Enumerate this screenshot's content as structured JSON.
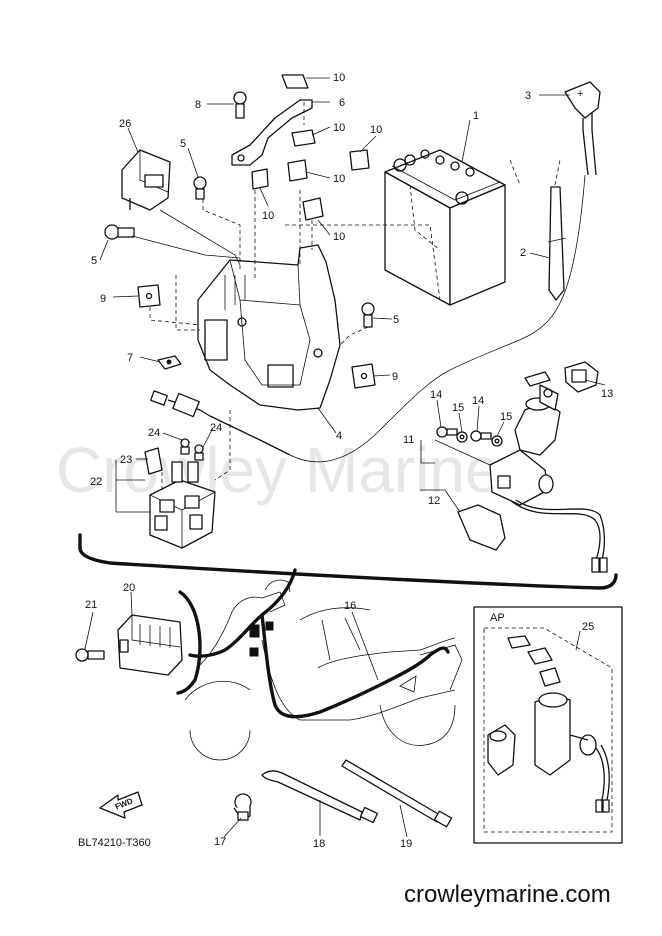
{
  "watermark": "Crowley Marine",
  "website": "crowleymarine.com",
  "diagram_code": "BL74210-T360",
  "fwd_label": "FWD",
  "ap_label": "AP",
  "callouts": {
    "c1": "1",
    "c2": "2",
    "c3": "3",
    "c4": "4",
    "c5a": "5",
    "c5b": "5",
    "c5c": "5",
    "c6": "6",
    "c7": "7",
    "c8": "8",
    "c9a": "9",
    "c9b": "9",
    "c10a": "10",
    "c10b": "10",
    "c10c": "10",
    "c10d": "10",
    "c10e": "10",
    "c10f": "10",
    "c11": "11",
    "c12": "12",
    "c13": "13",
    "c14a": "14",
    "c14b": "14",
    "c15a": "15",
    "c15b": "15",
    "c16": "16",
    "c17": "17",
    "c18": "18",
    "c19": "19",
    "c20": "20",
    "c21": "21",
    "c22": "22",
    "c23": "23",
    "c24a": "24",
    "c24b": "24",
    "c25": "25",
    "c26": "26"
  }
}
